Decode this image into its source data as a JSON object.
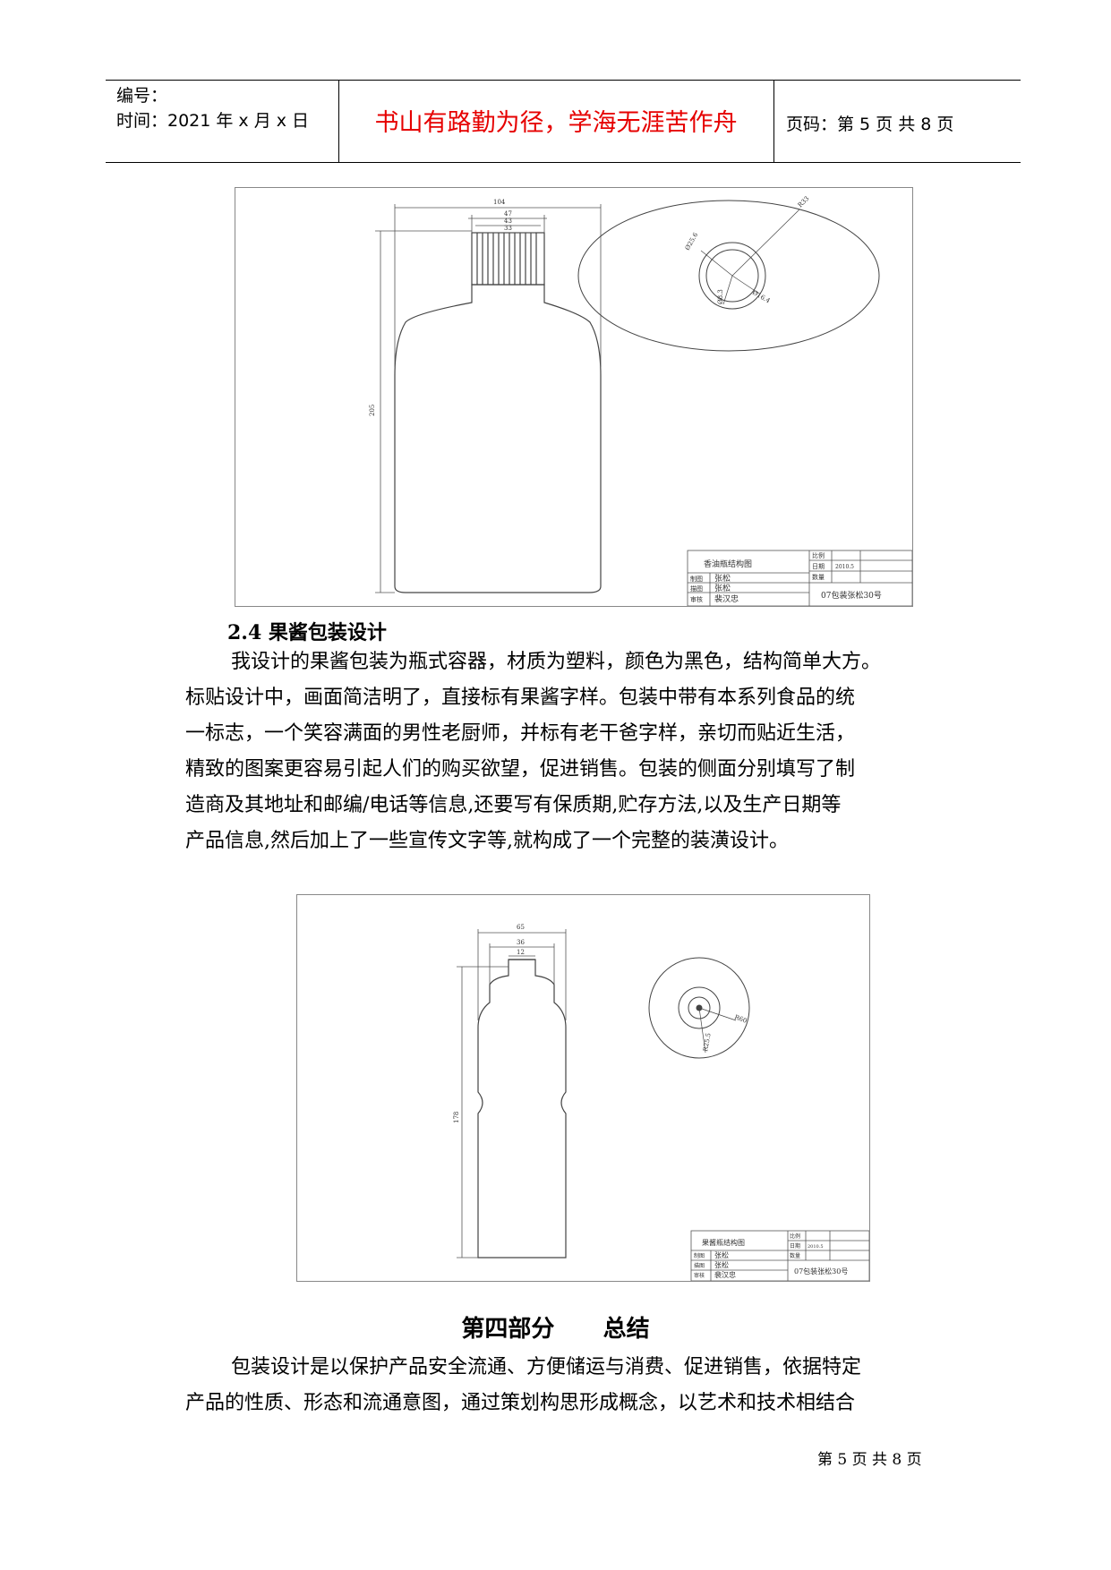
{
  "header": {
    "code_label": "编号：",
    "time_label": "时间：2021 年 x 月 x 日",
    "motto": "书山有路勤为径，学海无涯苦作舟",
    "page_label": "页码：第 5 页  共 8 页"
  },
  "drawing1": {
    "title": "香油瓶结构图",
    "row_labels": [
      "制图",
      "描图",
      "审核"
    ],
    "row_names": [
      "张松",
      "张松",
      "裴汉忠"
    ],
    "meta_labels": [
      "比例",
      "日期",
      "数量"
    ],
    "date": "2010.5",
    "code": "07包装张松30号",
    "dims": [
      "104",
      "47",
      "43",
      "33",
      "205"
    ],
    "circle_dims": [
      "R33",
      "Ø25.6",
      "Ø16.4",
      "Ø8.3"
    ]
  },
  "section": {
    "subheading": "2.4 果酱包装设计",
    "paragraph_lines": [
      "我设计的果酱包装为瓶式容器，材质为塑料，颜色为黑色，结构简单大方。",
      "标贴设计中，画面简洁明了，直接标有果酱字样。包装中带有本系列食品的统",
      "一标志，一个笑容满面的男性老厨师，并标有老干爸字样，亲切而贴近生活，",
      "精致的图案更容易引起人们的购买欲望，促进销售。包装的侧面分别填写了制",
      "造商及其地址和邮编/电话等信息,还要写有保质期,贮存方法,以及生产日期等",
      "产品信息,然后加上了一些宣传文字等,就构成了一个完整的装潢设计。"
    ]
  },
  "drawing2": {
    "title": "果酱瓶结构图",
    "row_labels": [
      "制图",
      "描图",
      "审核"
    ],
    "row_names": [
      "张松",
      "张松",
      "裴汉忠"
    ],
    "meta_labels": [
      "比例",
      "日期",
      "数量"
    ],
    "date": "2010.5",
    "code": "07包装张松30号",
    "dims": [
      "65",
      "36",
      "12",
      "178"
    ],
    "circle_dims": [
      "R60",
      "R25.5"
    ]
  },
  "conclusion": {
    "title": "第四部分      总结",
    "paragraph_lines": [
      "包装设计是以保护产品安全流通、方便储运与消费、促进销售，依据特定",
      "产品的性质、形态和流通意图，通过策划构思形成概念，以艺术和技术相结合"
    ]
  },
  "footer": {
    "page": "第 5 页 共 8 页"
  }
}
